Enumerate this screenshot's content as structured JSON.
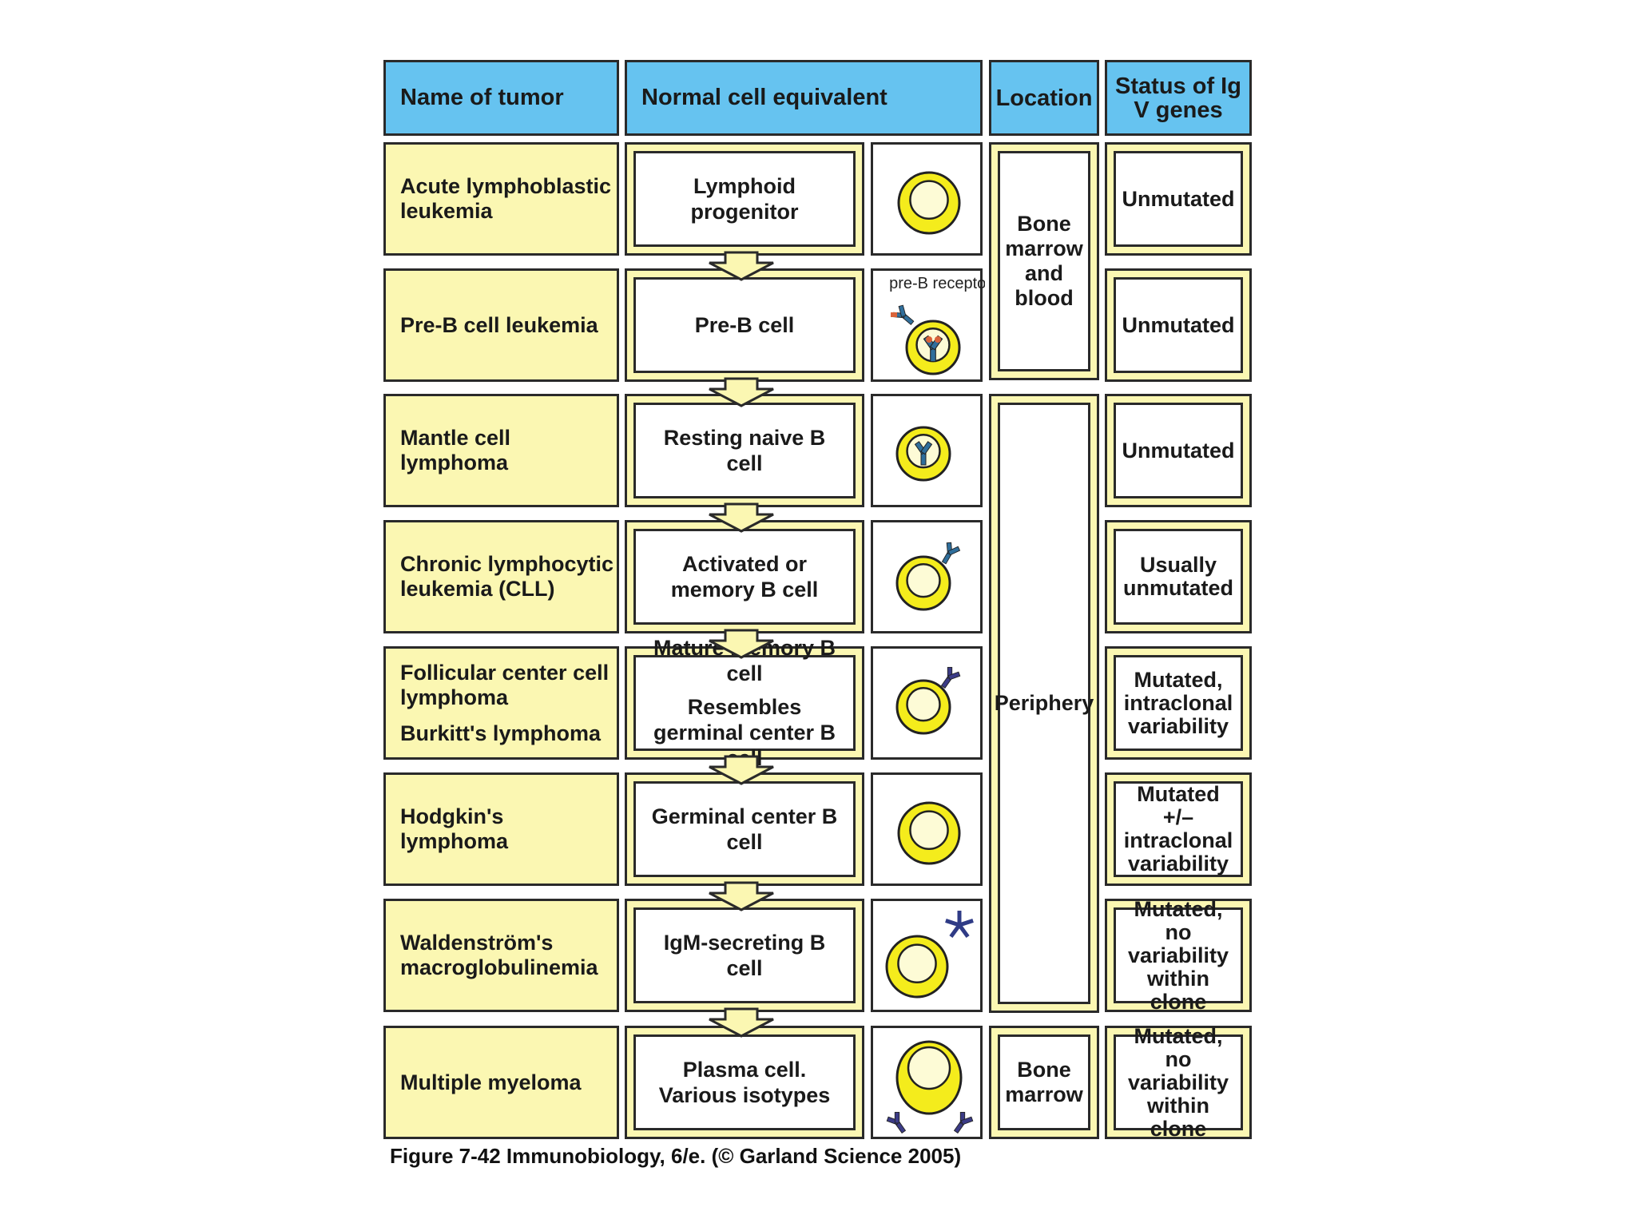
{
  "headers": {
    "name": "Name of tumor",
    "normal": "Normal cell equivalent",
    "location": "Location",
    "status": "Status of Ig V genes"
  },
  "rows": [
    {
      "name": "Acute lymphoblastic leukemia",
      "normal": "Lymphoid progenitor",
      "status": "Unmutated"
    },
    {
      "name": "Pre-B cell leukemia",
      "normal": "Pre-B cell",
      "status": "Unmutated"
    },
    {
      "name": "Mantle cell lymphoma",
      "normal": "Resting naive B cell",
      "status": "Unmutated"
    },
    {
      "name": "Chronic lymphocytic leukemia (CLL)",
      "normal": "Activated or memory B cell",
      "status": "Usually unmutated"
    },
    {
      "name": "Follicular center cell lymphoma",
      "name_extra": "Burkitt's lymphoma",
      "normal": "Mature memory B cell",
      "normal_extra": "Resembles germinal center B cell",
      "status": "Mutated, intraclonal variability"
    },
    {
      "name": "Hodgkin's lymphoma",
      "normal": "Germinal center B cell",
      "status": "Mutated +/– intraclonal variability"
    },
    {
      "name": "Waldenström's macroglobulinemia",
      "normal": "IgM-secreting B cell",
      "status": "Mutated, no variability within clone"
    },
    {
      "name": "Multiple myeloma",
      "normal": "Plasma cell. Various isotypes",
      "status": "Mutated, no variability within clone"
    }
  ],
  "locations": [
    "Bone marrow and blood",
    "Periphery",
    "Bone marrow"
  ],
  "icon_label": "pre-B receptor",
  "icons": [
    "plain-cell",
    "pre-b-receptor-cell",
    "naive-b-cell",
    "memory-b-cell",
    "mature-memory-b-cell",
    "plain-cell",
    "igm-secreting-cell",
    "plasma-cell"
  ],
  "caption": "Figure 7-42  Immunobiology, 6/e. (© Garland Science 2005)",
  "colors": {
    "header": "#66c3f0",
    "name_fill": "#fbf7b2",
    "cell_yellow": "#f4ec1c",
    "receptor_blue": "#2f6e9b",
    "receptor_red": "#d9633a"
  }
}
